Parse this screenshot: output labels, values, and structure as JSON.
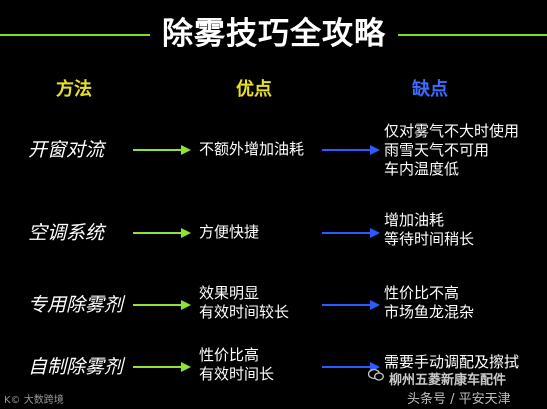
{
  "title": "除雾技巧全攻略",
  "headers": {
    "method": "方法",
    "pros": "优点",
    "cons": "缺点"
  },
  "rows": [
    {
      "method": "开窗对流",
      "pros": [
        "不额外增加油耗"
      ],
      "cons": [
        "仅对雾气不大时使用",
        "雨雪天气不可用",
        "车内温度低"
      ]
    },
    {
      "method": "空调系统",
      "pros": [
        "方便快捷"
      ],
      "cons": [
        "增加油耗",
        "等待时间稍长"
      ]
    },
    {
      "method": "专用除雾剂",
      "pros": [
        "效果明显",
        "有效时间较长"
      ],
      "cons": [
        "性价比不高",
        "市场鱼龙混杂"
      ]
    },
    {
      "method": "自制除雾剂",
      "pros": [
        "性价比高",
        "有效时间长"
      ],
      "cons": [
        "需要手动调配及擦拭"
      ]
    }
  ],
  "watermarks": {
    "left": "K© 大数跨境",
    "right_line1": "柳州五菱新康车配件",
    "right_line2": "头条号 / 平安天津"
  },
  "colors": {
    "accent_green": "#8fe236",
    "accent_blue": "#2a5cff",
    "header_yellow": "#e8e02a",
    "header_blue": "#3f6cff"
  },
  "icons": {
    "watermark": "wechat-icon"
  }
}
